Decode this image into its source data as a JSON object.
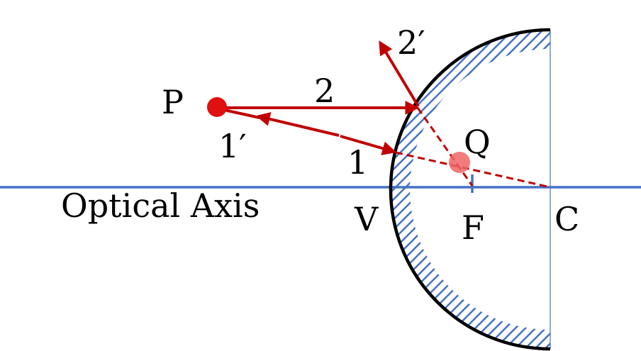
{
  "labels": {
    "object_point": "P",
    "image_point": "Q",
    "vertex": "V",
    "focal_point": "F",
    "center": "C",
    "axis": "Optical Axis",
    "ray1_incident": "1",
    "ray1_reflected": "1′",
    "ray2_incident": "2",
    "ray2_reflected": "2′"
  },
  "colors": {
    "ray": "#c00000",
    "axis": "#4472c4",
    "mirror": "#000000",
    "hatch": "#4472c4",
    "image_point": "#f06464"
  }
}
